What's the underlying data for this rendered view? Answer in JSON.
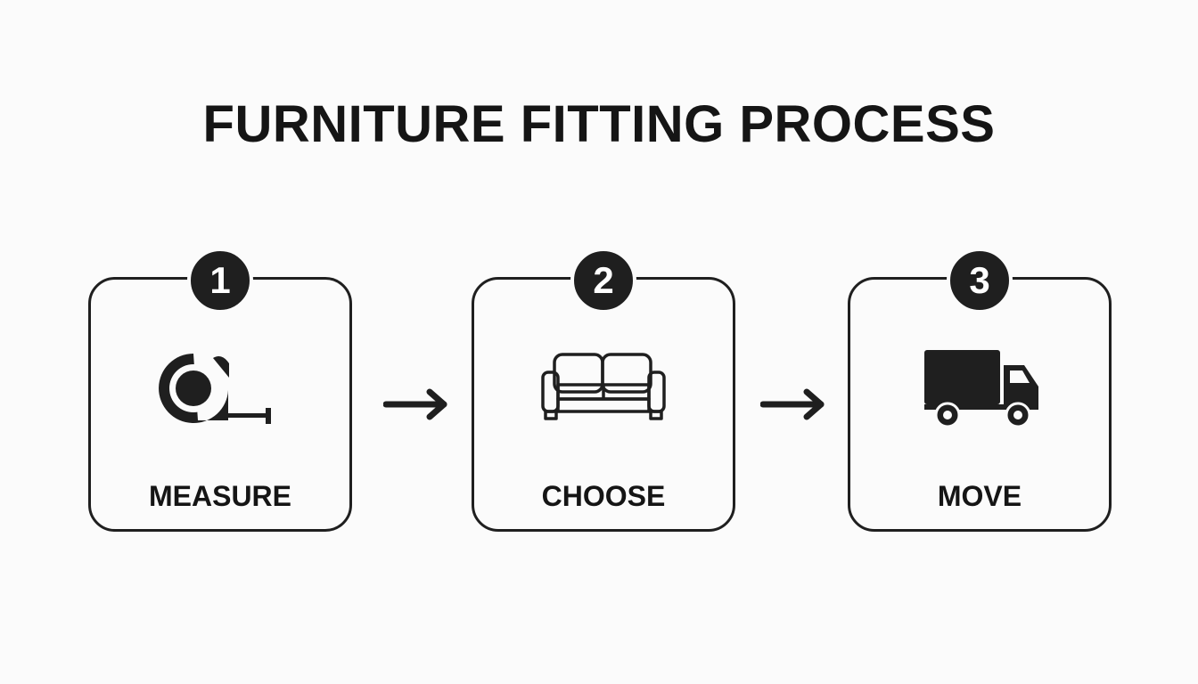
{
  "title": "FURNITURE FITTING PROCESS",
  "steps": [
    {
      "number": "1",
      "label": "MEASURE",
      "icon": "tape-measure-icon"
    },
    {
      "number": "2",
      "label": "CHOOSE",
      "icon": "sofa-icon"
    },
    {
      "number": "3",
      "label": "MOVE",
      "icon": "truck-icon"
    }
  ],
  "connectors": [
    {
      "from": "1",
      "to": "2",
      "icon": "arrow-right-icon"
    },
    {
      "from": "2",
      "to": "3",
      "icon": "arrow-right-icon"
    }
  ],
  "colors": {
    "ink": "#1f1f1f",
    "background": "#fbfbfb",
    "badge_text": "#ffffff"
  }
}
